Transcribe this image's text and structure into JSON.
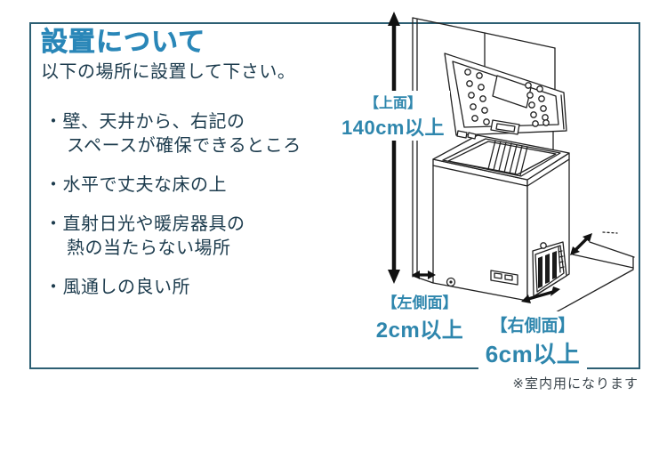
{
  "page": {
    "header": {
      "title": "設置について",
      "subtitle": "以下の場所に設置して下さい。"
    },
    "placement_list": {
      "marker": "・",
      "items": [
        {
          "line1": "壁、天井から、右記の",
          "line2": "スペースが確保できるところ"
        },
        {
          "line1": "水平で丈夫な床の上",
          "line2": ""
        },
        {
          "line1": "直射日光や暖房器具の",
          "line2": "熱の当たらない場所"
        },
        {
          "line1": "風通しの良い所",
          "line2": ""
        }
      ]
    },
    "diagram": {
      "illustration": "chest-freezer-open-lid-line-art",
      "clearances": {
        "top": {
          "label": "【上面】",
          "value": "140cm以上"
        },
        "left": {
          "label": "【左側面】",
          "value": "2cm以上"
        },
        "right": {
          "label": "【右側面】",
          "value": "6cm以上"
        }
      }
    },
    "footnote": "※室内用になります",
    "colors": {
      "accent_blue": "#2a87b8",
      "label_blue": "#2e86ad",
      "text_navy": "#1c3b4d",
      "frame_border": "#2d5f73",
      "footnote_gray": "#3b454c",
      "line_art": "#222222"
    }
  }
}
